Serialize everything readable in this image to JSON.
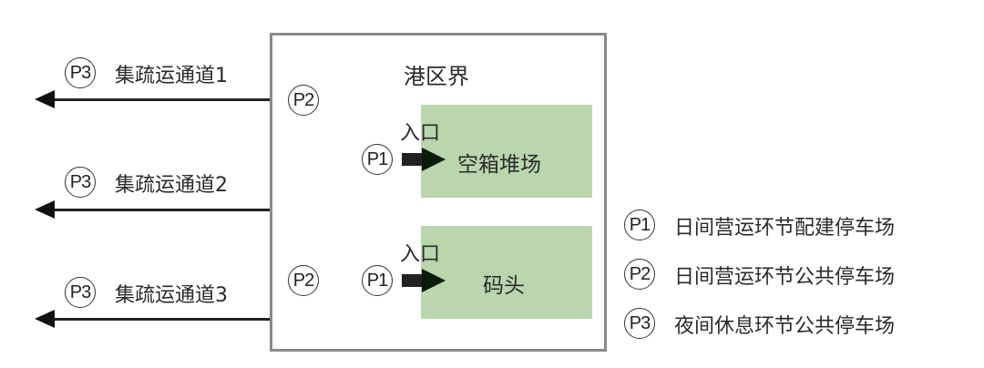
{
  "port": {
    "title": "港区界",
    "empty_yard": {
      "label": "空箱堆场",
      "entrance_label": "入口",
      "parking": "P1"
    },
    "wharf": {
      "label": "码头",
      "entrance_label": "入口",
      "parking": "P1"
    },
    "public_parking_top": "P2",
    "public_parking_bottom": "P2"
  },
  "channels": [
    {
      "parking": "P3",
      "label": "集疏运通道1"
    },
    {
      "parking": "P3",
      "label": "集疏运通道2"
    },
    {
      "parking": "P3",
      "label": "集疏运通道3"
    }
  ],
  "legend": [
    {
      "code": "P1",
      "text": "日间营运环节配建停车场"
    },
    {
      "code": "P2",
      "text": "日间营运环节公共停车场"
    },
    {
      "code": "P3",
      "text": "夜间休息环节公共停车场"
    }
  ],
  "colors": {
    "zone_fill": "#b9d6ad",
    "boundary": "#8a8a8a",
    "arrow": "#111111"
  }
}
